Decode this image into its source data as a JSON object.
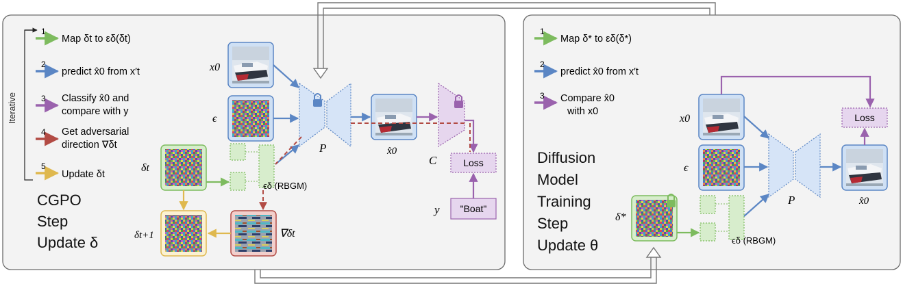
{
  "left_panel": {
    "iterative_label": "Iterative",
    "steps": [
      {
        "num": "1",
        "text": "Map δt to εδ(δt)"
      },
      {
        "num": "2",
        "text": "predict x̂0 from x′t"
      },
      {
        "num": "3",
        "line1": "Classify x̂0 and",
        "line2": "compare with y"
      },
      {
        "num": "4",
        "line1": "Get adversarial",
        "line2": "direction ∇δt"
      },
      {
        "num": "5",
        "text": "Update δt"
      }
    ],
    "title_lines": [
      "CGPO",
      "Step",
      "Update δ"
    ],
    "labels": {
      "x0": "x0",
      "eps": "ϵ",
      "delta_t": "δt",
      "delta_t1": "δt+1",
      "grad": "∇δt",
      "P": "P",
      "C": "C",
      "xhat": "x̂0",
      "y": "y",
      "rbgm": "ϵδ (RBGM)",
      "loss": "Loss",
      "boat": "\"Boat\""
    }
  },
  "right_panel": {
    "steps": [
      {
        "num": "1",
        "text": "Map δ* to εδ(δ*)"
      },
      {
        "num": "2",
        "text": "predict x̂0 from x′t"
      },
      {
        "num": "3",
        "line1": "Compare x̂0",
        "line2": "with x0"
      }
    ],
    "title_lines": [
      "Diffusion",
      "Model",
      "Training",
      "Step",
      "Update θ"
    ],
    "labels": {
      "x0": "x0",
      "eps": "ϵ",
      "delta_star": "δ*",
      "P": "P",
      "xhat": "x̂0",
      "rbgm": "ϵδ (RBGM)",
      "loss": "Loss"
    }
  },
  "colors": {
    "green": "#7dbb5e",
    "blue": "#5b86c4",
    "purple": "#9a62ad",
    "red": "#b24b44",
    "yellow": "#dfb84e",
    "panel_bg": "#f3f3f3",
    "panel_border": "#6b6b6b"
  }
}
